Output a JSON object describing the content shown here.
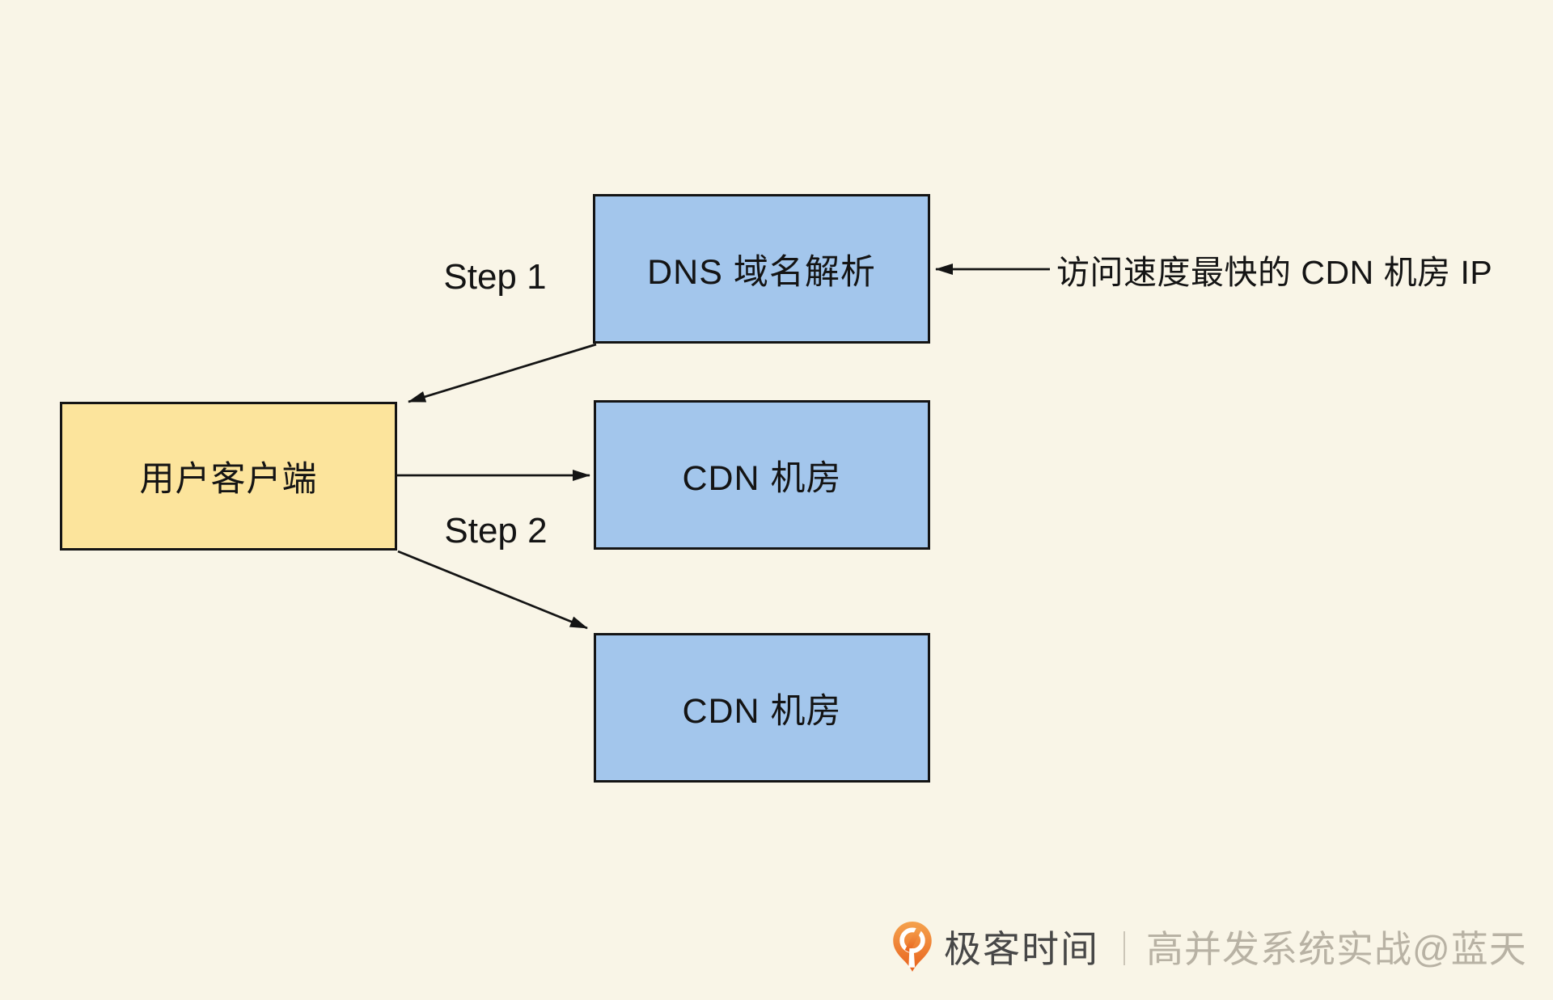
{
  "colors": {
    "background": "#f9f5e7",
    "node_blue": "#a3c6ec",
    "node_yellow": "#fce49c",
    "ink": "#141414",
    "logo_orange_light": "#f5a24d",
    "logo_orange_dark": "#e8611d",
    "brand_text": "#474747",
    "watermark_text": "#b8b2a4"
  },
  "diagram": {
    "nodes": {
      "dns": {
        "label": "DNS 域名解析"
      },
      "client": {
        "label": "用户客户端"
      },
      "cdn_top": {
        "label": "CDN 机房"
      },
      "cdn_bottom": {
        "label": "CDN 机房"
      }
    },
    "labels": {
      "step1": "Step 1",
      "step2": "Step 2",
      "annotation": "访问速度最快的 CDN 机房 IP"
    },
    "edges": [
      {
        "from": "dns",
        "to": "client",
        "meaning": "step-1-dns-returns-to-client"
      },
      {
        "from": "client",
        "to": "cdn_top",
        "meaning": "step-2-client-to-cdn"
      },
      {
        "from": "client",
        "to": "cdn_bottom",
        "meaning": "step-2-client-to-cdn"
      },
      {
        "from": "annotation",
        "to": "dns",
        "meaning": "fastest-cdn-ip-into-dns"
      }
    ]
  },
  "footer": {
    "brand": "极客时间",
    "divider": "｜",
    "watermark": "高并发系统实战@蓝天"
  }
}
